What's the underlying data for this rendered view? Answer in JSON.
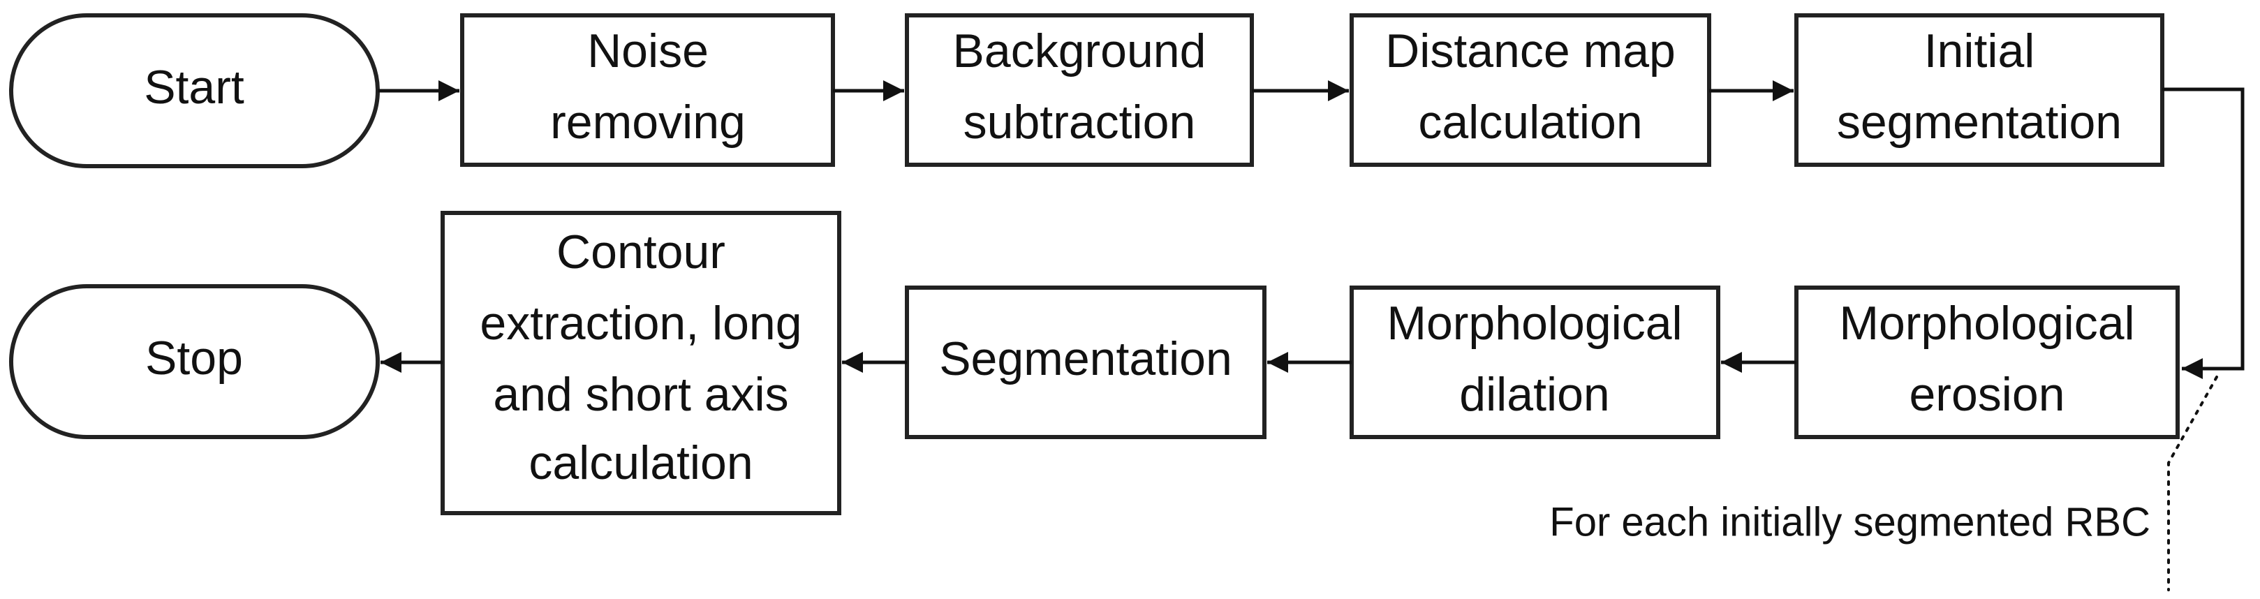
{
  "nodes": {
    "start": "Start",
    "noise_removing": [
      "Noise",
      "removing"
    ],
    "background_subtraction": [
      "Background",
      "subtraction"
    ],
    "distance_map": [
      "Distance map",
      "calculation"
    ],
    "initial_segmentation": [
      "Initial",
      "segmentation"
    ],
    "morph_erosion": [
      "Morphological",
      "erosion"
    ],
    "morph_dilation": [
      "Morphological",
      "dilation"
    ],
    "segmentation": "Segmentation",
    "contour_extraction": [
      "Contour",
      "extraction, long",
      "and short axis",
      "calculation"
    ],
    "stop": "Stop"
  },
  "loop_note": "For each initially segmented RBC",
  "colors": {
    "stroke": "#222222",
    "text": "#111111",
    "background": "#ffffff"
  }
}
